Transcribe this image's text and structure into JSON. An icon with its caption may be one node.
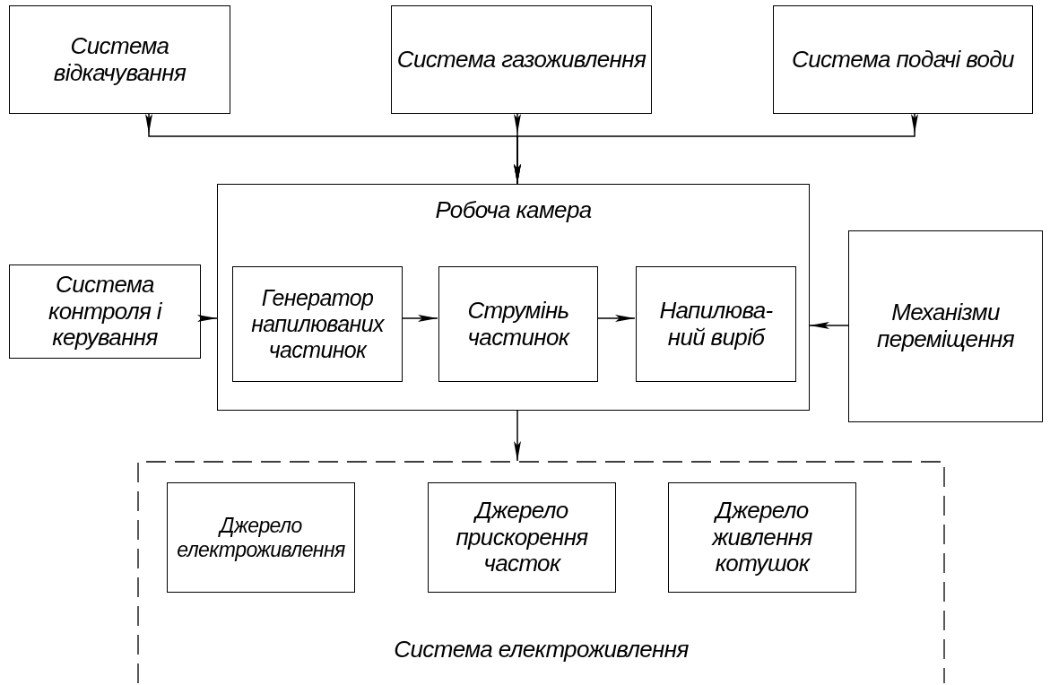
{
  "diagram": {
    "nodes": [
      {
        "text": [
          "Система відкачування"
        ]
      },
      {
        "text": [
          "Система газоживлення"
        ]
      },
      {
        "text": [
          "Система подачі води"
        ]
      },
      {
        "text": [
          "Система контроля і керування"
        ]
      },
      {
        "text": [
          "Робоча камера"
        ]
      },
      {
        "text": [
          "Генератор напилюваних частинок"
        ],
        "in": 4
      },
      {
        "text": [
          "Струмінь частинок"
        ],
        "in": 4
      },
      {
        "text": [
          "Напилюва- ний виріб"
        ],
        "in": 4
      },
      {
        "text": [
          "Механізми переміщення"
        ]
      },
      {
        "text": [
          "Система електроживлення"
        ]
      },
      {
        "text": [
          "Джерело електроживлення"
        ],
        "in": 9
      },
      {
        "text": [
          "Джерело прискорення часток"
        ],
        "in": 9
      },
      {
        "text": [
          "Джерело живлення котушок"
        ],
        "in": 9
      }
    ],
    "edges": [
      {
        "from": 0,
        "to": 4,
        "arrow": "to"
      },
      {
        "from": 1,
        "to": 4,
        "arrow": "to"
      },
      {
        "from": 2,
        "to": 4,
        "arrow": "to"
      },
      {
        "from": 3,
        "to": 4,
        "arrow": "to"
      },
      {
        "from": 5,
        "to": 6,
        "arrow": "to"
      },
      {
        "from": 6,
        "to": 7,
        "arrow": "to"
      },
      {
        "from": 8,
        "to": 4,
        "arrow": "to"
      },
      {
        "from": 4,
        "to": 9,
        "arrow": "to"
      }
    ]
  }
}
